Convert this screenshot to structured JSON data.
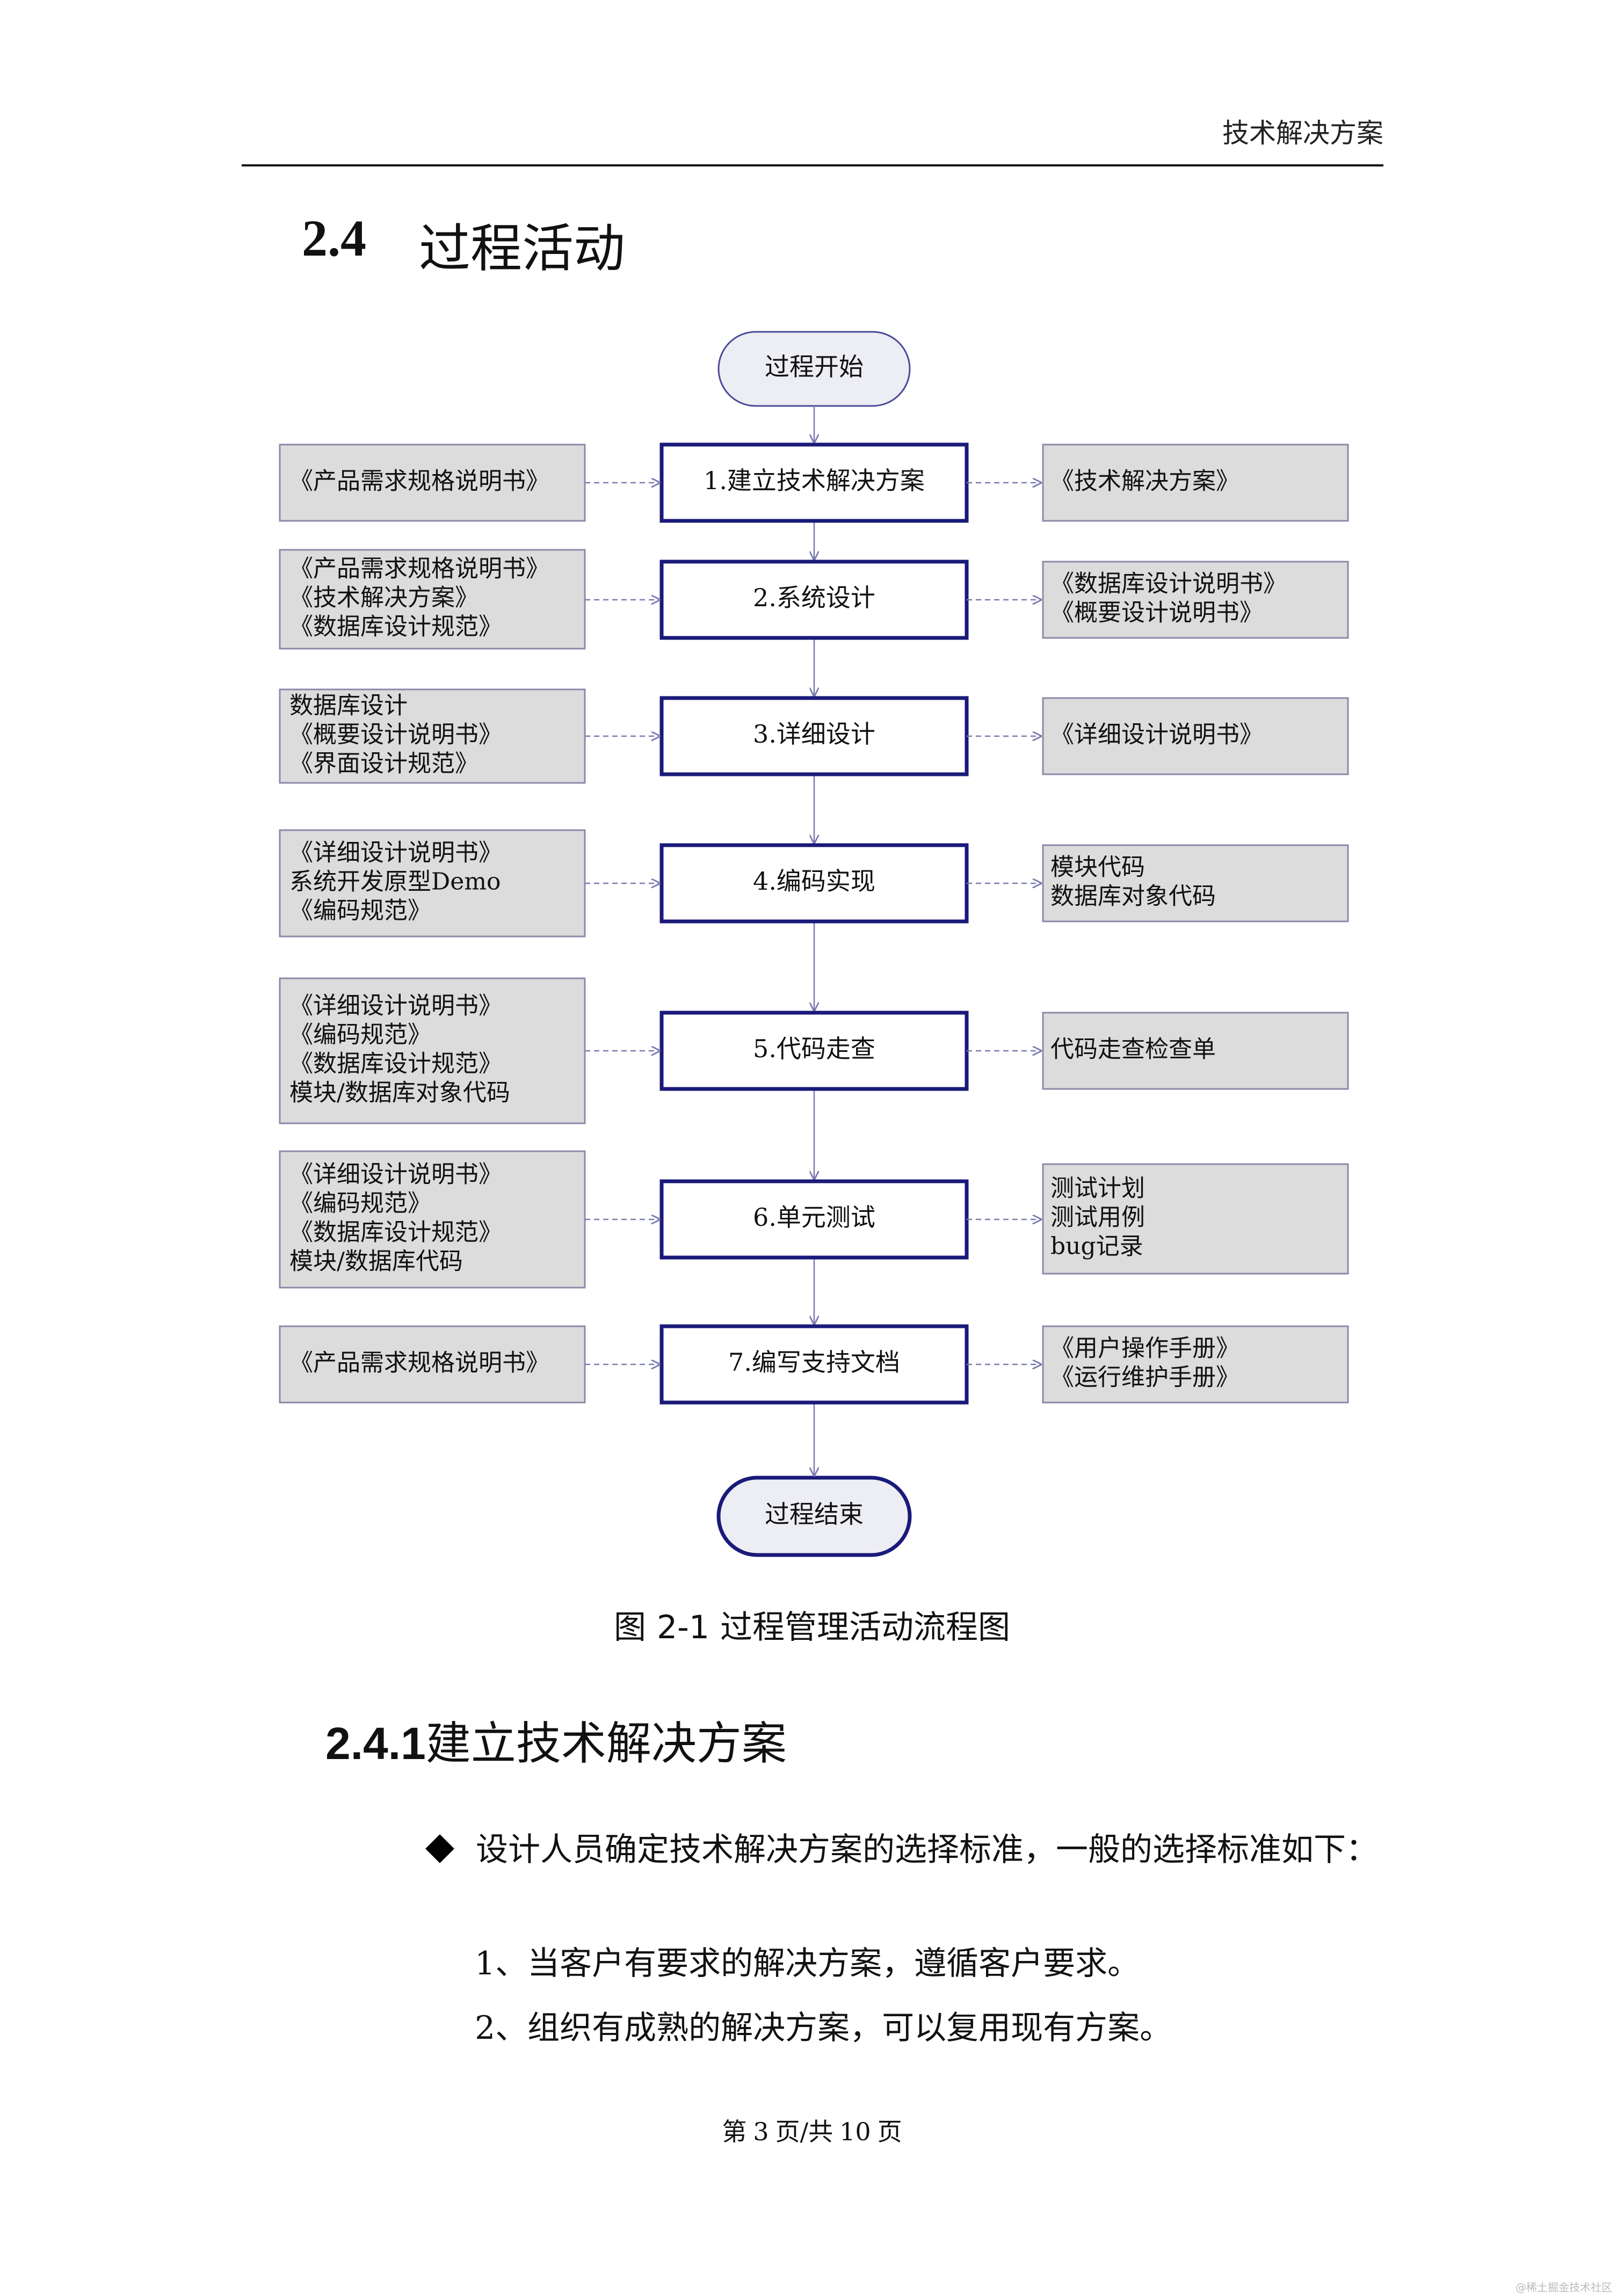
{
  "header": {
    "title": "技术解决方案"
  },
  "section": {
    "number": "2.4",
    "title": "过程活动"
  },
  "flowchart": {
    "start": "过程开始",
    "end": "过程结束",
    "steps": [
      {
        "label": "1.建立技术解决方案",
        "inputs": [
          "《产品需求规格说明书》"
        ],
        "outputs": [
          "《技术解决方案》"
        ]
      },
      {
        "label": "2.系统设计",
        "inputs": [
          "《产品需求规格说明书》",
          "《技术解决方案》",
          "《数据库设计规范》"
        ],
        "outputs": [
          "《数据库设计说明书》",
          "《概要设计说明书》"
        ]
      },
      {
        "label": "3.详细设计",
        "inputs": [
          "数据库设计",
          "《概要设计说明书》",
          "《界面设计规范》"
        ],
        "outputs": [
          "《详细设计说明书》"
        ]
      },
      {
        "label": "4.编码实现",
        "inputs": [
          "《详细设计说明书》",
          "系统开发原型Demo",
          "《编码规范》"
        ],
        "outputs": [
          "模块代码",
          "数据库对象代码"
        ]
      },
      {
        "label": "5.代码走查",
        "inputs": [
          "《详细设计说明书》",
          "《编码规范》",
          "《数据库设计规范》",
          "模块/数据库对象代码"
        ],
        "outputs": [
          "代码走查检查单"
        ]
      },
      {
        "label": "6.单元测试",
        "inputs": [
          "《详细设计说明书》",
          "《编码规范》",
          "《数据库设计规范》",
          "模块/数据库代码"
        ],
        "outputs": [
          "测试计划",
          "测试用例",
          "bug记录"
        ]
      },
      {
        "label": "7.编写支持文档",
        "inputs": [
          "《产品需求规格说明书》"
        ],
        "outputs": [
          "《用户操作手册》",
          "《运行维护手册》"
        ]
      }
    ]
  },
  "caption": {
    "prefix": "图",
    "number": "2-1",
    "text": "过程管理活动流程图"
  },
  "subsection": {
    "number": "2.4.1",
    "title": "建立技术解决方案"
  },
  "bullet": {
    "text": "设计人员确定技术解决方案的选择标准，一般的选择标准如下："
  },
  "list": [
    "1、当客户有要求的解决方案，遵循客户要求。",
    "2、组织有成熟的解决方案，可以复用现有方案。"
  ],
  "footer": {
    "prefix": "第",
    "page": "3",
    "middle": "页/共",
    "total": "10",
    "suffix": "页"
  },
  "watermark": "@稀土掘金技术社区",
  "colors": {
    "box_border": "#1a1a7a",
    "side_fill": "#dcdcdc",
    "side_border": "#8a8aa8",
    "terminal_fill": "#ededf4",
    "connector": "#7a7ab0"
  }
}
